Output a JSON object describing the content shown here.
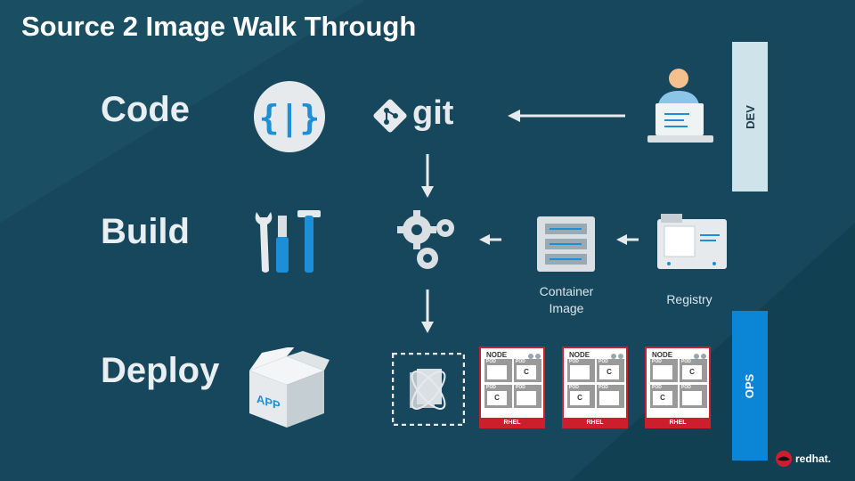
{
  "slide": {
    "title": "Source 2 Image Walk Through",
    "rows": [
      {
        "label": "Code"
      },
      {
        "label": "Build"
      },
      {
        "label": "Deploy"
      }
    ],
    "labels": {
      "container_image": "Container\nImage",
      "registry": "Registry",
      "app": "APP",
      "git": "git"
    },
    "side_bars": {
      "dev": {
        "label": "DEV",
        "color": "#cfe3ea",
        "text_color": "#1c3c4a"
      },
      "ops": {
        "label": "OPS",
        "color": "#0b86d6",
        "text_color": "#ffffff"
      }
    },
    "nodes": [
      {
        "title": "NODE",
        "pods": [
          {
            "label": "POD",
            "content": ""
          },
          {
            "label": "POD",
            "content": "C"
          },
          {
            "label": "POD",
            "content": "C"
          },
          {
            "label": "POD",
            "content": ""
          }
        ],
        "footer": "RHEL"
      },
      {
        "title": "NODE",
        "pods": [
          {
            "label": "POD",
            "content": ""
          },
          {
            "label": "POD",
            "content": "C"
          },
          {
            "label": "POD",
            "content": "C"
          },
          {
            "label": "POD",
            "content": ""
          }
        ],
        "footer": "RHEL"
      },
      {
        "title": "NODE",
        "pods": [
          {
            "label": "POD",
            "content": ""
          },
          {
            "label": "POD",
            "content": "C"
          },
          {
            "label": "POD",
            "content": "C"
          },
          {
            "label": "POD",
            "content": ""
          }
        ],
        "footer": "RHEL"
      }
    ],
    "brand": "redhat.",
    "colors": {
      "background": "#17475c",
      "accent_red": "#cc1f2d",
      "icon_light": "#e6eaec",
      "icon_blue": "#1c8fd6"
    },
    "icons": [
      "curly-braces-icon",
      "git-logo-icon",
      "developer-laptop-icon",
      "tools-icon",
      "gears-icon",
      "container-image-icon",
      "registry-icon",
      "app-box-icon",
      "deployment-icon",
      "redhat-logo-icon"
    ]
  }
}
